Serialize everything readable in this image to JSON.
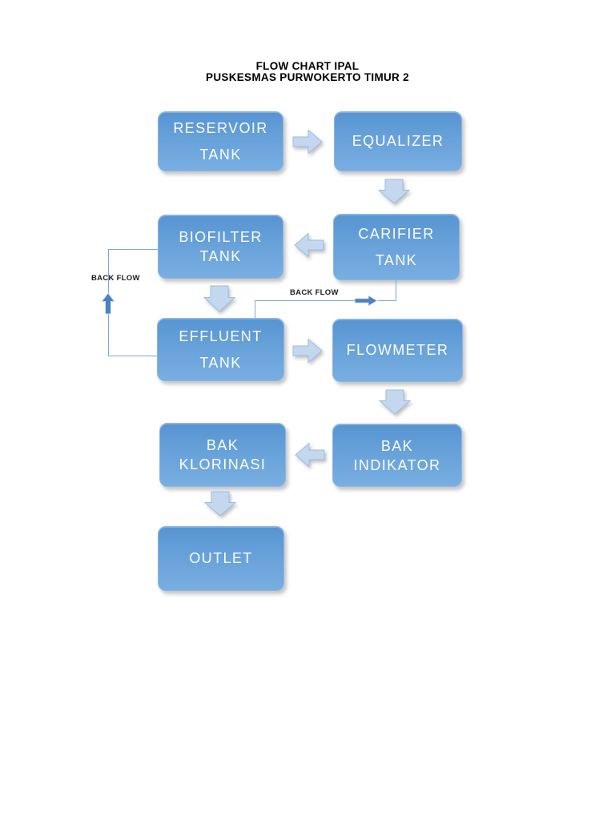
{
  "page": {
    "title_line1": "FLOW CHART IPAL",
    "title_line2": "PUSKESMAS PURWOKERTO TIMUR 2"
  },
  "nodes": {
    "reservoir_tank": {
      "line1": "RESERVOIR",
      "line2": "TANK"
    },
    "equalizer": {
      "line1": "EQUALIZER"
    },
    "carifier_tank": {
      "line1": "CARIFIER",
      "line2": "TANK"
    },
    "biofilter_tank": {
      "line1": "BIOFILTER",
      "line2": "TANK"
    },
    "effluent_tank": {
      "line1": "EFFLUENT",
      "line2": "TANK"
    },
    "flowmeter": {
      "line1": "FLOWMETER"
    },
    "bak_indikator": {
      "line1": "BAK",
      "line2": "INDIKATOR"
    },
    "bak_klorinasi": {
      "line1": "BAK",
      "line2": "KLORINASI"
    },
    "outlet": {
      "line1": "OUTLET"
    }
  },
  "labels": {
    "back_flow_left": "BACK FLOW",
    "back_flow_mid": "BACK FLOW"
  },
  "edges": [
    {
      "from": "RESERVOIR TANK",
      "to": "EQUALIZER",
      "style": "block-arrow-right"
    },
    {
      "from": "EQUALIZER",
      "to": "CARIFIER TANK",
      "style": "block-arrow-down"
    },
    {
      "from": "CARIFIER TANK",
      "to": "BIOFILTER TANK",
      "style": "block-arrow-left"
    },
    {
      "from": "BIOFILTER TANK",
      "to": "EFFLUENT TANK",
      "style": "block-arrow-down"
    },
    {
      "from": "EFFLUENT TANK",
      "to": "FLOWMETER",
      "style": "block-arrow-right"
    },
    {
      "from": "FLOWMETER",
      "to": "BAK INDIKATOR",
      "style": "block-arrow-down"
    },
    {
      "from": "BAK INDIKATOR",
      "to": "BAK KLORINASI",
      "style": "block-arrow-left"
    },
    {
      "from": "BAK KLORINASI",
      "to": "OUTLET",
      "style": "block-arrow-down"
    },
    {
      "from": "EFFLUENT TANK",
      "to": "BIOFILTER TANK",
      "style": "thin-line-up-arrow",
      "label": "BACK FLOW"
    },
    {
      "from": "EFFLUENT TANK",
      "to": "CARIFIER TANK",
      "style": "thin-line-right-arrow",
      "label": "BACK FLOW"
    }
  ],
  "colors": {
    "background": "#ffffff",
    "node_fill_top": "#5694d2",
    "node_fill_bottom": "#78aee1",
    "node_border": "#8cb6e4",
    "node_text": "#ffffff",
    "block_arrow_fill": "#c3d8ef",
    "block_arrow_border": "#9fbde0",
    "solid_arrow_fill": "#4e81bd",
    "connector_line": "#7da6d8",
    "title_text": "#000000",
    "back_flow_text": "#1c1c1c"
  }
}
